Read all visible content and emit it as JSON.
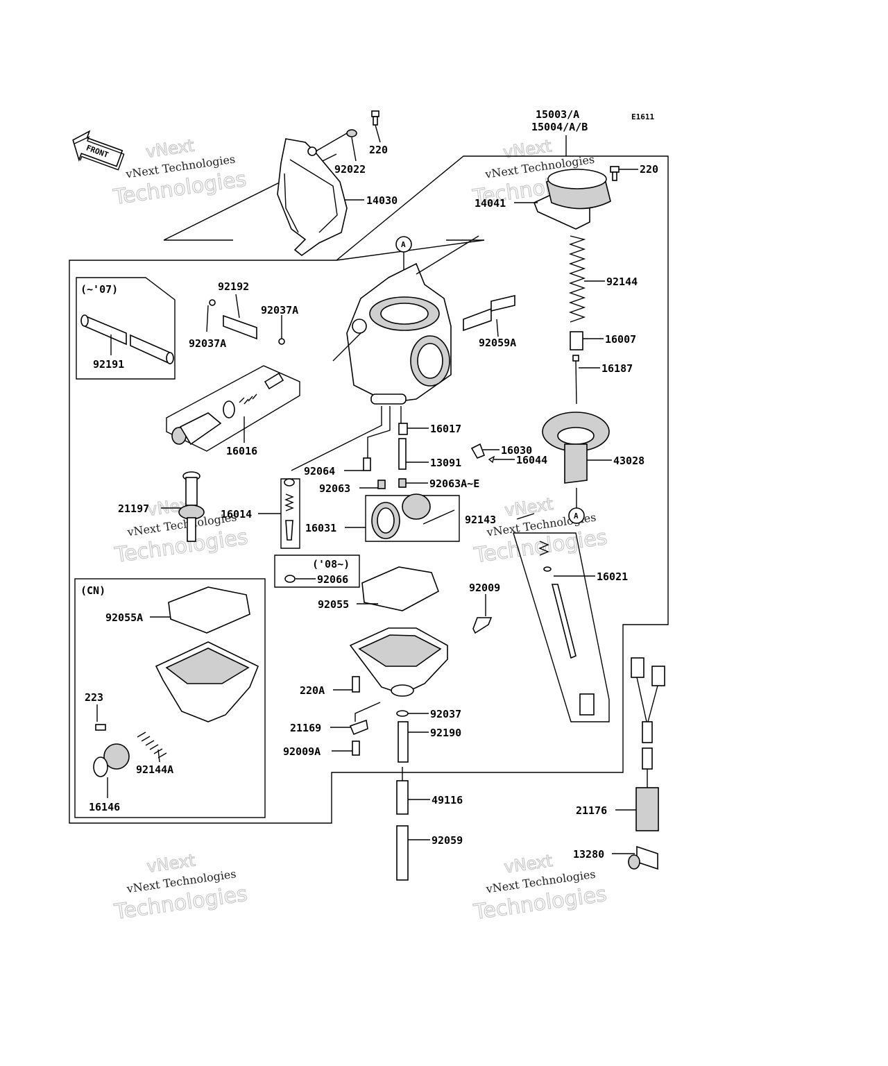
{
  "diagram_code": "E1611",
  "front_label": "FRONT",
  "assembly_label_1": "15003/A",
  "assembly_label_2": "15004/A/B",
  "circle_marker": "A",
  "boxes": {
    "early_years": "(~'07)",
    "late_years": "('08~)",
    "cn": "(CN)"
  },
  "parts": {
    "p220_top": "220",
    "p92022": "92022",
    "p14030": "14030",
    "p220_right": "220",
    "p14041": "14041",
    "p92144": "92144",
    "p16007": "16007",
    "p16187": "16187",
    "p43028": "43028",
    "p92192": "92192",
    "p92037A_a": "92037A",
    "p92037A_b": "92037A",
    "p92059A": "92059A",
    "p92191": "92191",
    "p16016": "16016",
    "p16017": "16017",
    "p16030": "16030",
    "p16044": "16044",
    "p92064": "92064",
    "p13091": "13091",
    "p92063": "92063",
    "p92063AE": "92063A~E",
    "p21197": "21197",
    "p16014": "16014",
    "p16031": "16031",
    "p92143": "92143",
    "p16021": "16021",
    "p92066": "92066",
    "p92055": "92055",
    "p92009": "92009",
    "p92055A": "92055A",
    "p220A": "220A",
    "p92037": "92037",
    "p21169": "21169",
    "p92190": "92190",
    "p92009A": "92009A",
    "p223": "223",
    "p92144A": "92144A",
    "p16146": "16146",
    "p49116": "49116",
    "p92059": "92059",
    "p21176": "21176",
    "p13280": "13280"
  },
  "watermark": {
    "line1": "vNext",
    "line2": "vNext Technologies",
    "line3": "Technologies"
  }
}
